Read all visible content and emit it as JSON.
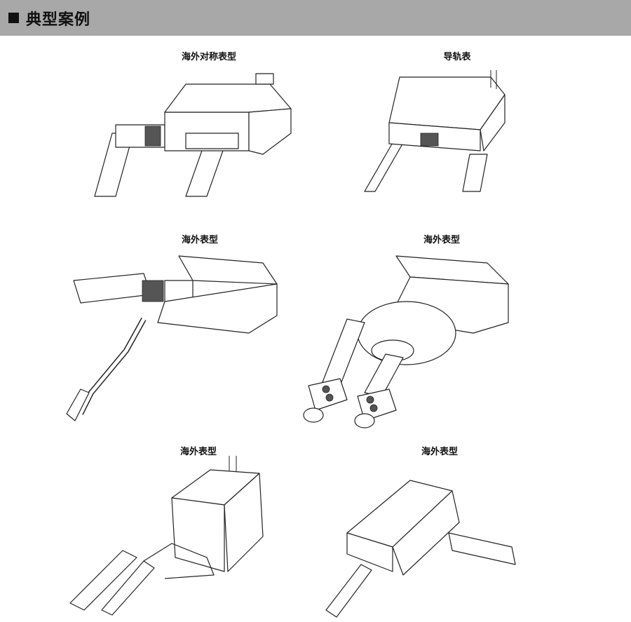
{
  "header": {
    "title": "典型案例",
    "icon": "black-square-icon"
  },
  "cases": [
    {
      "caption": "海外对称表型"
    },
    {
      "caption": "导轨表"
    },
    {
      "caption": "海外表型"
    },
    {
      "caption": "海外表型"
    },
    {
      "caption": "海外表型"
    },
    {
      "caption": "海外表型"
    }
  ]
}
